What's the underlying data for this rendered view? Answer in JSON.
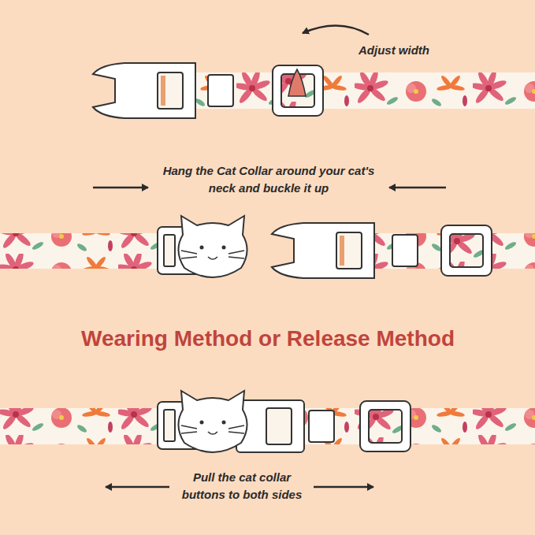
{
  "diagram": {
    "title": "Wearing Method or Release Method",
    "labels": [
      "Adjust width",
      "Hang the Cat Collar around your cat's neck and buckle it up",
      "Pull the cat collar buttons to both sides"
    ]
  }
}
